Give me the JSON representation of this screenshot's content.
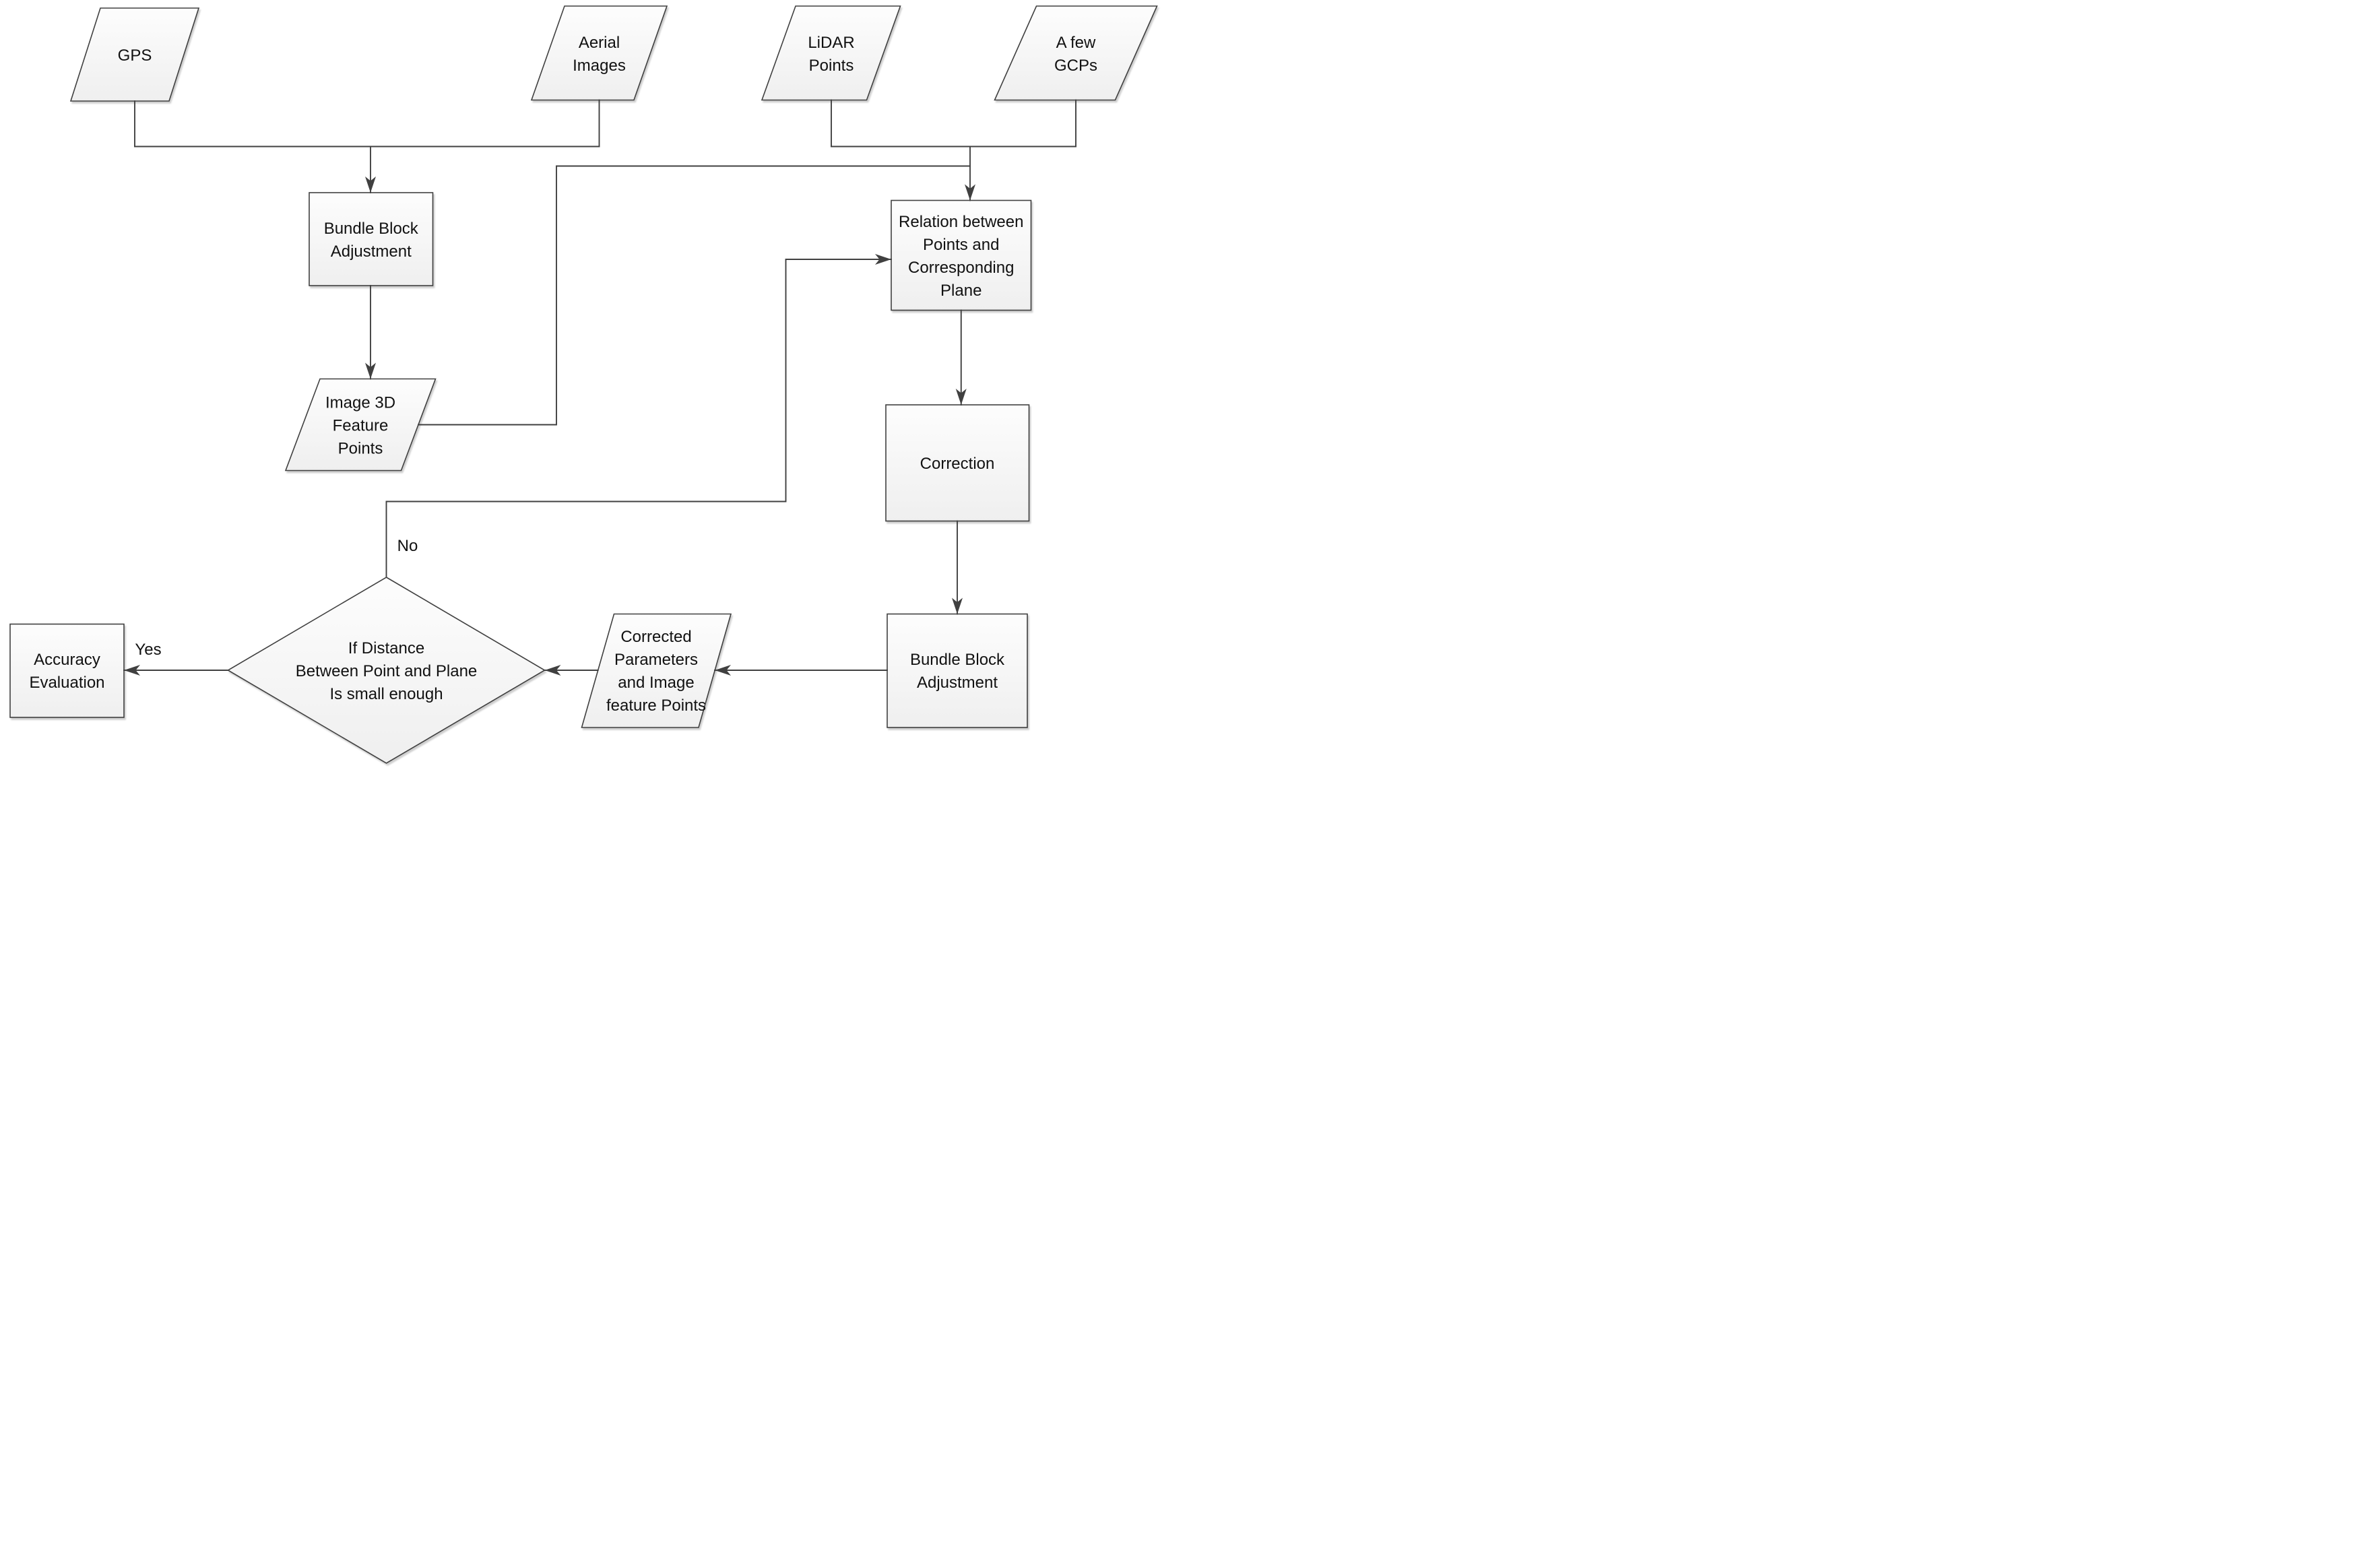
{
  "diagram": {
    "type": "flowchart",
    "colors": {
      "background": "#ffffff",
      "line_stroke": "#404040",
      "shape_fill_top": "#fdfdfd",
      "shape_fill_bottom": "#efefef",
      "text": "#111111",
      "shadow": "#b9b9b9"
    },
    "nodes": {
      "gps": {
        "type": "parallelogram",
        "lines": [
          "GPS"
        ]
      },
      "aerial": {
        "type": "parallelogram",
        "lines": [
          "Aerial",
          "Images"
        ]
      },
      "lidar": {
        "type": "parallelogram",
        "lines": [
          "LiDAR",
          "Points"
        ]
      },
      "gcps": {
        "type": "parallelogram",
        "lines": [
          "A few",
          "GCPs"
        ]
      },
      "bba_top": {
        "type": "rectangle",
        "lines": [
          "Bundle Block",
          "Adjustment"
        ]
      },
      "image3d": {
        "type": "parallelogram",
        "lines": [
          "Image 3D",
          "Feature",
          "Points"
        ]
      },
      "relation": {
        "type": "rectangle",
        "lines": [
          "Relation between",
          "Points and",
          "Corresponding",
          "Plane"
        ]
      },
      "correction": {
        "type": "rectangle",
        "lines": [
          "Correction"
        ]
      },
      "bba_bottom": {
        "type": "rectangle",
        "lines": [
          "Bundle Block",
          "Adjustment"
        ]
      },
      "corrected": {
        "type": "parallelogram",
        "lines": [
          "Corrected",
          "Parameters",
          "and Image",
          "feature Points"
        ]
      },
      "decision": {
        "type": "diamond",
        "lines": [
          "If Distance",
          "Between Point and Plane",
          "Is small enough"
        ]
      },
      "accuracy": {
        "type": "rectangle",
        "lines": [
          "Accuracy",
          "Evaluation"
        ]
      }
    },
    "labels": {
      "no": "No",
      "yes": "Yes"
    },
    "edges": [
      {
        "from": "gps",
        "to": "bba_top",
        "label": ""
      },
      {
        "from": "aerial",
        "to": "bba_top",
        "label": ""
      },
      {
        "from": "lidar",
        "to": "relation",
        "label": ""
      },
      {
        "from": "gcps",
        "to": "relation",
        "label": ""
      },
      {
        "from": "bba_top",
        "to": "image3d",
        "label": ""
      },
      {
        "from": "image3d",
        "to": "relation",
        "label": ""
      },
      {
        "from": "relation",
        "to": "correction",
        "label": ""
      },
      {
        "from": "correction",
        "to": "bba_bottom",
        "label": ""
      },
      {
        "from": "bba_bottom",
        "to": "corrected",
        "label": ""
      },
      {
        "from": "corrected",
        "to": "decision",
        "label": ""
      },
      {
        "from": "decision",
        "to": "accuracy",
        "label": "Yes"
      },
      {
        "from": "decision",
        "to": "relation",
        "label": "No"
      }
    ]
  }
}
